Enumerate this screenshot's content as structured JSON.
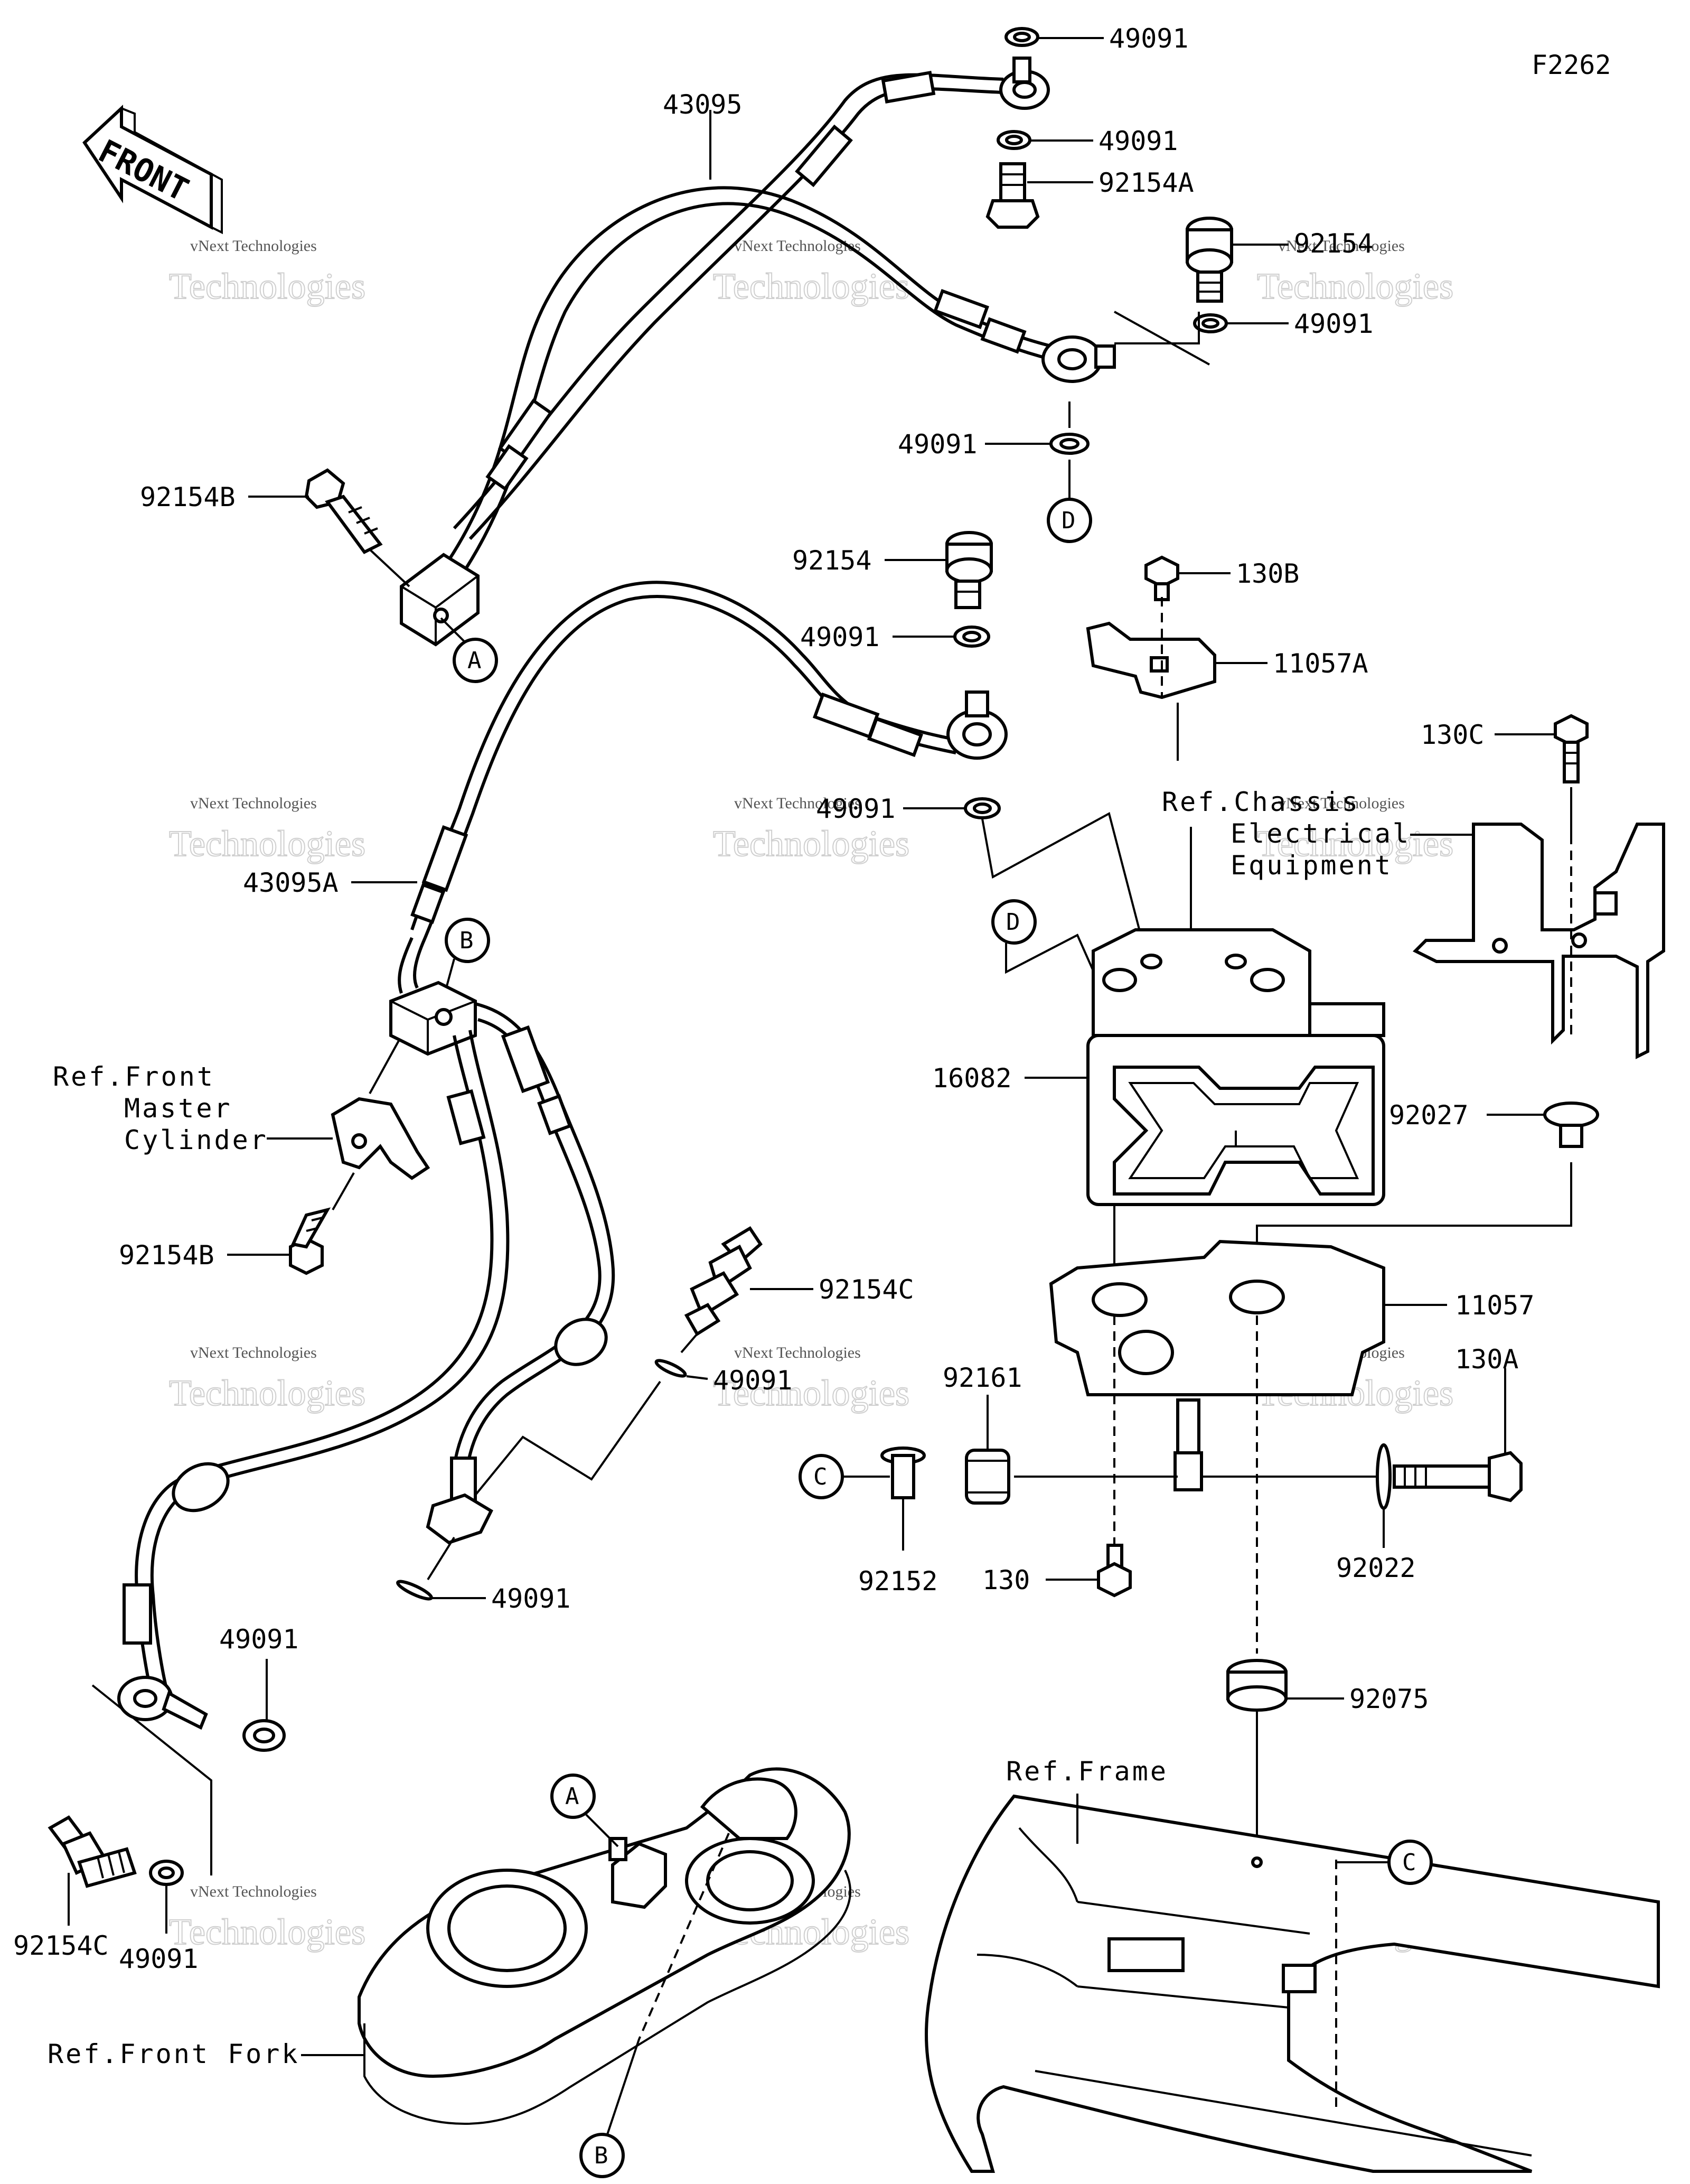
{
  "figure_code": "F2262",
  "front_label": "FRONT",
  "watermark": {
    "line1": "vNext Technologies",
    "line2": "Technologies"
  },
  "parts": {
    "p49091_a": "49091",
    "p49091_b": "49091",
    "p92154A": "92154A",
    "p43095": "43095",
    "p92154_a": "92154",
    "p49091_c": "49091",
    "p49091_d": "49091",
    "p92154B_a": "92154B",
    "p92154_b": "92154",
    "p130B": "130B",
    "p49091_e": "49091",
    "p11057A": "11057A",
    "p49091_f": "49091",
    "p130C": "130C",
    "p43095A": "43095A",
    "p16082": "16082",
    "p92027": "92027",
    "p92154B_b": "92154B",
    "p92154C_a": "92154C",
    "p11057": "11057",
    "p49091_g": "49091",
    "p92161": "92161",
    "p130A": "130A",
    "p92152": "92152",
    "p130": "130",
    "p92022": "92022",
    "p49091_h": "49091",
    "p49091_i": "49091",
    "p92075": "92075",
    "p92154C_b": "92154C",
    "p49091_j": "49091"
  },
  "references": {
    "chassis_line1": "Ref.Chassis",
    "chassis_line2": "Electrical",
    "chassis_line3": "Equipment",
    "master_line1": "Ref.Front",
    "master_line2": "Master",
    "master_line3": "Cylinder",
    "frame": "Ref.Frame",
    "fork": "Ref.Front Fork"
  },
  "callouts": {
    "A_top": "A",
    "A_bottom": "A",
    "B_top": "B",
    "B_bottom": "B",
    "C_left": "C",
    "C_right": "C",
    "D_top": "D",
    "D_mid": "D"
  }
}
